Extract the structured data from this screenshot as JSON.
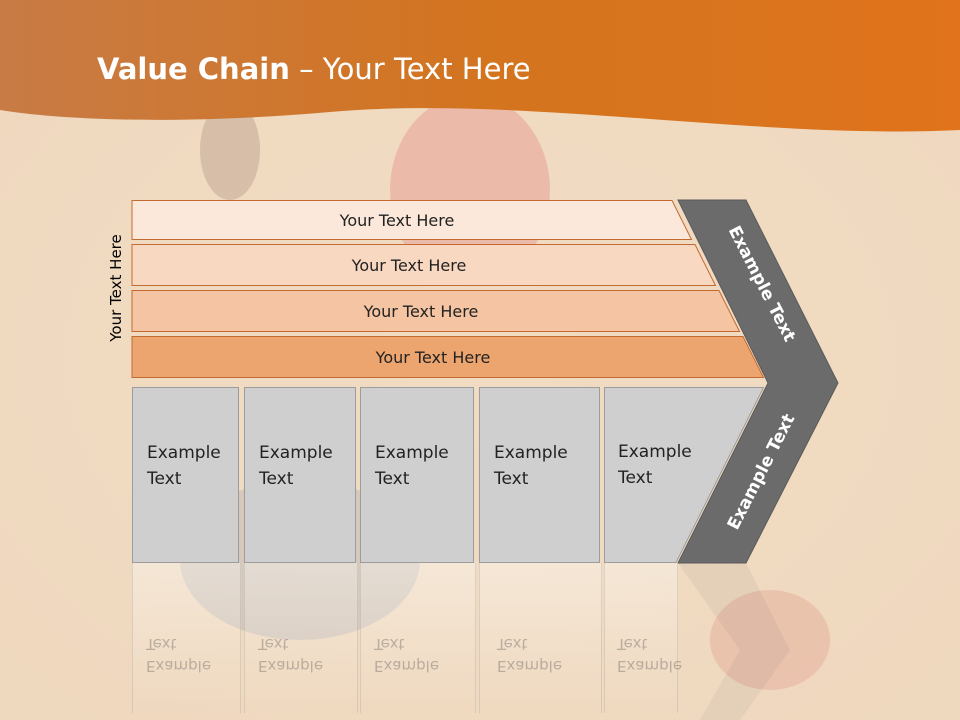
{
  "slide": {
    "title_bold": "Value Chain",
    "title_rest": " – Your Text Here",
    "side_label": "Your Text Here",
    "bars": [
      {
        "label": "Your Text Here",
        "color": "#fbe8da"
      },
      {
        "label": "Your Text Here",
        "color": "#f9d8c2"
      },
      {
        "label": "Your Text Here",
        "color": "#f5c5a3"
      },
      {
        "label": "Your Text Here",
        "color": "#eda56f"
      }
    ],
    "boxes": [
      {
        "label": "Example Text"
      },
      {
        "label": "Example Text"
      },
      {
        "label": "Example Text"
      },
      {
        "label": "Example Text"
      },
      {
        "label": "Example Text"
      }
    ],
    "chevron_top_label": "Example Text",
    "chevron_bottom_label": "Example Text",
    "colors": {
      "header": "#c9651a",
      "bar_border": "#c26a30",
      "box_fill": "#cfcfcf",
      "chevron_fill": "#6b6b6b"
    }
  }
}
